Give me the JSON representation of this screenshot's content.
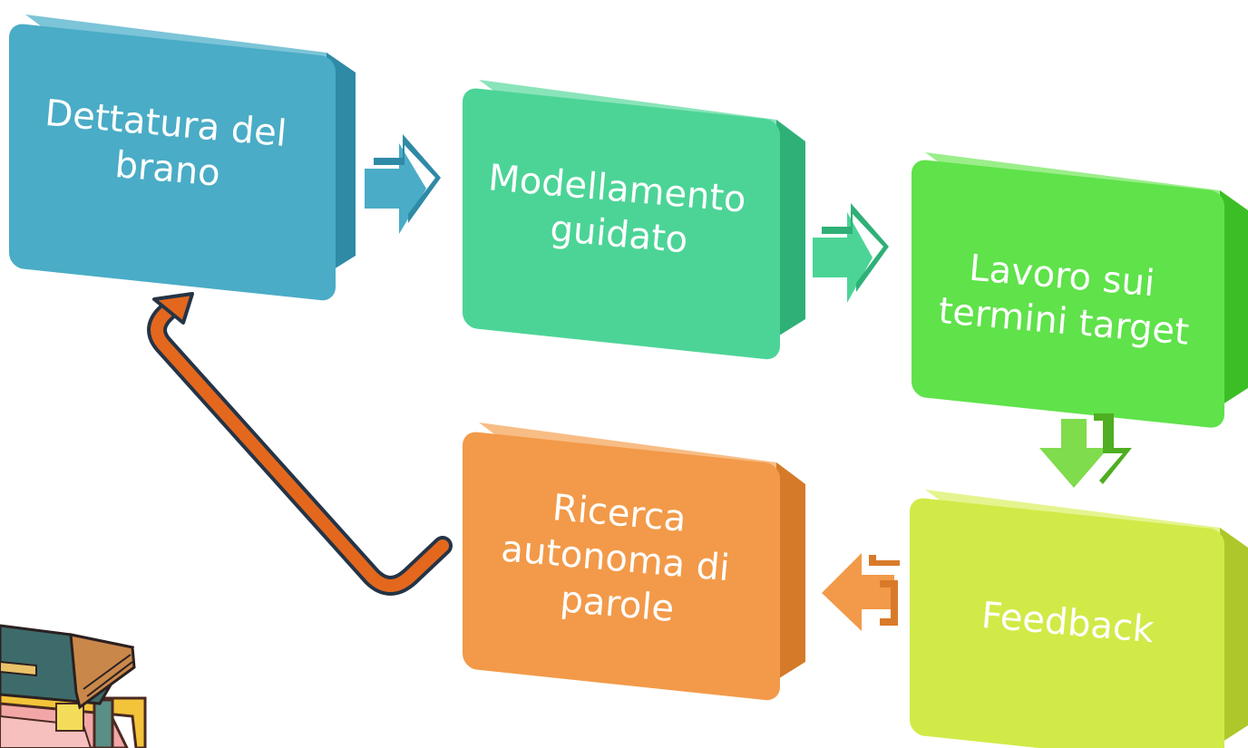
{
  "colors": {
    "step1": "#4aacc6",
    "step2": "#4cd497",
    "step3": "#5fe24a",
    "step4": "#d2ea48",
    "step5": "#f29a49",
    "loop_arrow": "#e3681d",
    "loop_arrow_outline": "#243447"
  },
  "steps": [
    {
      "id": "step1",
      "lines": [
        "Dettatura del",
        "brano"
      ]
    },
    {
      "id": "step2",
      "lines": [
        "Modellamento",
        "guidato"
      ]
    },
    {
      "id": "step3",
      "lines": [
        "Lavoro sui",
        "termini target"
      ]
    },
    {
      "id": "step4",
      "lines": [
        "Feedback"
      ]
    },
    {
      "id": "step5",
      "lines": [
        "Ricerca",
        "autonoma di",
        "parole"
      ]
    }
  ],
  "decoration": {
    "icon": "books-icon"
  }
}
